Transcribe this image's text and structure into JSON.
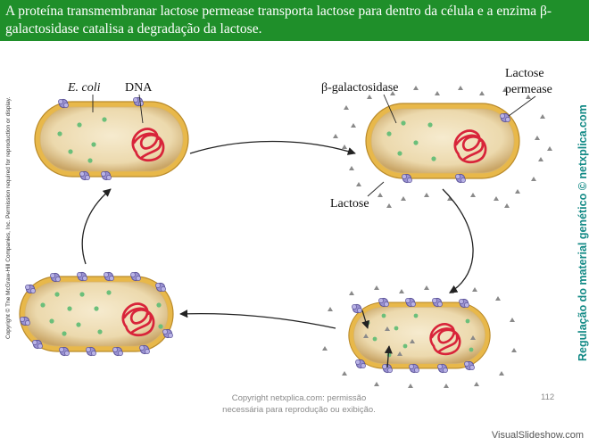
{
  "slide": {
    "title": "A proteína transmembranar lactose permease transporta lactose para dentro da célula e a enzima β-galactosidase catalisa a degradação da lactose.",
    "side_title": "Regulação do material genético © netxplica.com",
    "copyright_vertical": "Copyright © The McGraw-Hill Companies, Inc. Permission required for reproduction or display.",
    "footer_line1": "Copyright netxplica.com: permissão",
    "footer_line2": "necessária para reprodução ou exibição.",
    "page_number": "112",
    "brand": "VisualSlideshow.com"
  },
  "diagram": {
    "labels": {
      "ecoli": "E. coli",
      "dna": "DNA",
      "beta_gal": "β-galactosidase",
      "lactose_permease_line1": "Lactose",
      "lactose_permease_line2": "permease",
      "lactose": "Lactose"
    },
    "colors": {
      "title_bg": "#1f8f2a",
      "side_title": "#138a86",
      "cell_wall": "#e8b84a",
      "cytoplasm": "#f1e2bd",
      "dna": "#d8243a",
      "enzyme_dot": "#6bbf7a",
      "permease": "#8e86c8",
      "lactose_particle": "#8a8a8a",
      "arrow": "#222222"
    }
  }
}
